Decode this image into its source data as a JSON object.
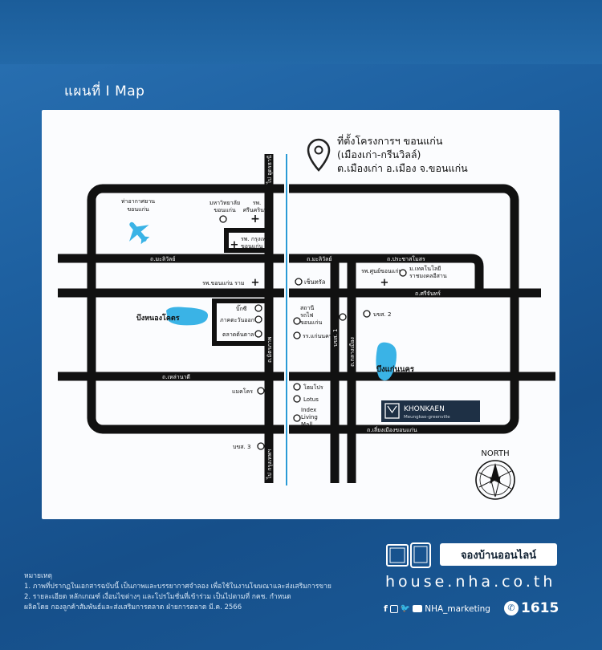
{
  "header": {
    "title": "แผนที่  I  Map"
  },
  "map": {
    "location": {
      "line1": "ที่ตั้งโครงการฯ ขอนแก่น",
      "line2": "(เมืองเก่า-กรีนวิลล์)",
      "line3": "ต.เมืองเก่า อ.เมือง จ.ขอนแก่น"
    },
    "roads": {
      "malisai_left": "ถ.มะลิวัลย์",
      "malisai_mid": "ถ.มะลิวัลย์",
      "prachasamosorn": "ถ.ประชาสโมสร",
      "srichan": "ถ.ศรีจันทร์",
      "lahanam": "ถ.เหล่านาดี",
      "mittraphap": "ถ.มิตรภาพ",
      "klangmueang": "ถ.กลางเมือง",
      "bypass": "ถ.เลี่ยงเมืองขอนแก่น",
      "to_udon": "ไป อุดรธานี",
      "to_bangkok": "ไป กรุงเทพฯ"
    },
    "landmarks": {
      "airport": [
        "ท่าอากาศยาน",
        "ขอนแก่น"
      ],
      "kku": [
        "มหาวิทยาลัย",
        "ขอนแก่น"
      ],
      "srinagarind": [
        "รพ.",
        "ศรีนครินทร์"
      ],
      "bangkok_hosp": [
        "รพ. กรุงเทพ",
        "ขอนแก่น"
      ],
      "khonkaen_ram": "รพ.ขอนแก่น ราม",
      "central": "เซ็นทรัล",
      "khonkaen_hosp": "รพ.ศูนย์ขอนแก่น",
      "rmuti": [
        "ม.เทคโนโลยี",
        "ราชมงคลอีสาน"
      ],
      "bignong_kot": "บึงหนองโคตร",
      "bigc": "บิ๊กซี",
      "northeast_market": "ภาคตะวันออก",
      "tontan_market": "ตลาดต้นตาล",
      "station": [
        "สถานี",
        "รถไฟ",
        "ขอนแก่น"
      ],
      "kk_school": "รร.แก่นนคร",
      "bks2": "บขส. 2",
      "bks1": "บขส. 1",
      "bueng_kaen_nakhon": "บึงแก่นนคร",
      "homepro": "โฮมโปร",
      "makro": "แมคโคร",
      "lotus": "Lotus",
      "index": [
        "Index",
        "Living",
        "Mall"
      ],
      "bks3": "บขส. 3"
    },
    "project_logo": {
      "name": "KHONKAEN",
      "sub": "Meungkao-greenville"
    },
    "compass": "NORTH"
  },
  "notes": [
    "หมายเหตุ",
    "1. ภาพที่ปรากฏในเอกสารฉบับนี้ เป็นภาพและบรรยากาศจำลอง เพื่อใช้ในงานโฆษณาและส่งเสริมการขาย",
    "2. รายละเอียด หลักเกณฑ์ เงื่อนไขต่างๆ และโปรโมชั่นที่เข้าร่วม เป็นไปตามที่ กคช. กำหนด",
    "ผลิตโดย กองลูกค้าสัมพันธ์และส่งเสริมการตลาด ฝ่ายการตลาด มี.ค. 2566"
  ],
  "footer": {
    "book_label": "จองบ้านออนไลน์",
    "url": "house.nha.co.th",
    "social_handle": "NHA_marketing",
    "hotline": "1615"
  },
  "colors": {
    "background": "#1d5f9f",
    "road": "#111111",
    "water": "#3ab3e6",
    "rail": "#2a9ad6"
  }
}
